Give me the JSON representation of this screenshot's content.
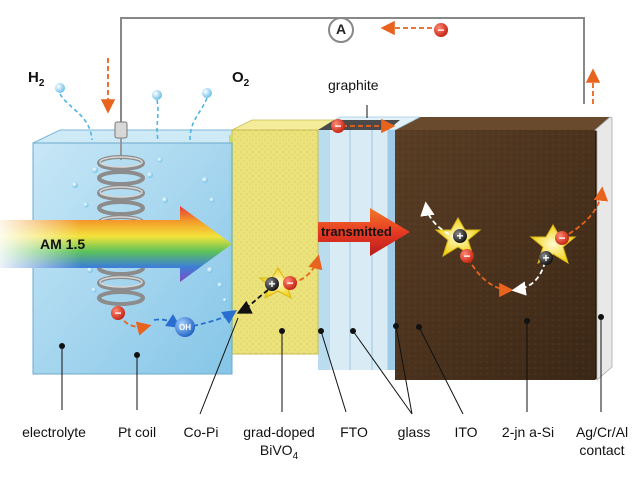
{
  "ammeter": {
    "symbol": "A"
  },
  "gases": {
    "hydrogen": {
      "element": "H",
      "subscript": "2"
    },
    "oxygen": {
      "element": "O",
      "subscript": "2"
    }
  },
  "beam": {
    "incident_label": "AM 1.5",
    "transmitted_label": "transmitted"
  },
  "carriers": {
    "hole_symbol": "+",
    "electron_symbol": "−",
    "hydroxide_label": "OH"
  },
  "labels": {
    "graphite": "graphite",
    "electrolyte": "electrolyte",
    "pt_coil": "Pt coil",
    "co_pi": "Co-Pi",
    "bivo4_line1": "grad-doped",
    "bivo4_line2_main": "BiVO",
    "bivo4_line2_sub": "4",
    "fto": "FTO",
    "glass": "glass",
    "ito": "ITO",
    "a_si": "2-jn a-Si",
    "contact_line1": "Ag/Cr/Al",
    "contact_line2": "contact"
  },
  "colors": {
    "electrolyte": "#a9d8f0",
    "bivo4": "#ece27a",
    "fto": "#b9dcef",
    "glass": "#d9ecf6",
    "ito": "#9fcbe8",
    "a_si": "#4a3320",
    "contact": "#e8e8e8",
    "electron": "#e0321f",
    "arrow_orange": "#e8641e"
  }
}
